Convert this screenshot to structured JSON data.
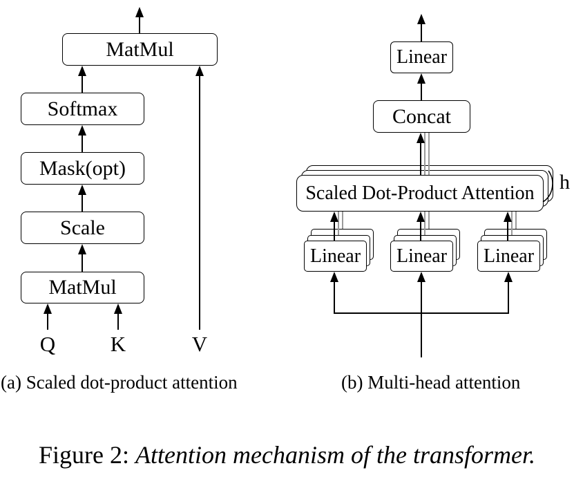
{
  "figure": {
    "caption_prefix": "Figure 2: ",
    "caption_italic": "Attention mechanism of the transformer."
  },
  "diagram_a": {
    "caption": "(a) Scaled dot-product attention",
    "boxes": {
      "matmul_top": "MatMul",
      "softmax": "Softmax",
      "mask": "Mask(opt)",
      "scale": "Scale",
      "matmul_bottom": "MatMul"
    },
    "inputs": {
      "q": "Q",
      "k": "K",
      "v": "V"
    }
  },
  "diagram_b": {
    "caption": "(b) Multi-head attention",
    "boxes": {
      "linear_top": "Linear",
      "concat": "Concat",
      "sdpa": "Scaled Dot-Product Attention",
      "linear_left": "Linear",
      "linear_mid": "Linear",
      "linear_right": "Linear"
    },
    "head_count_label": "h"
  },
  "colors": {
    "line": "#000000",
    "ghost_line": "#9a9a9a",
    "box_fill": "#ffffff",
    "background": "#ffffff"
  }
}
